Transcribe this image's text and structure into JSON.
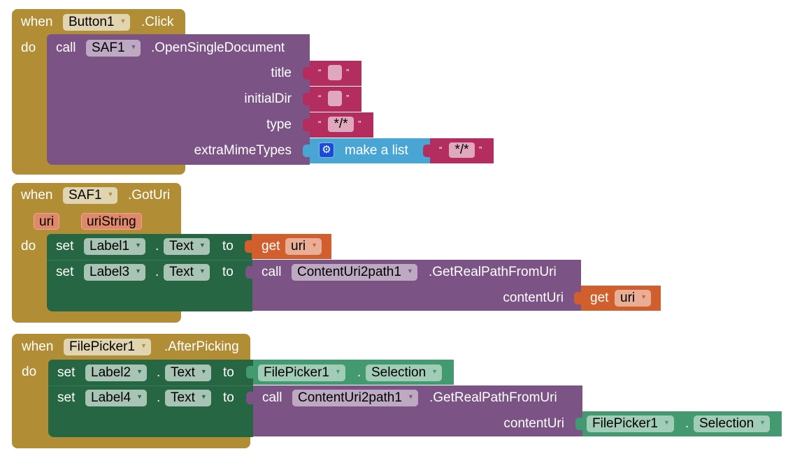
{
  "colors": {
    "event": "#b18e35",
    "procedure": "#7c5385",
    "setter": "#266643",
    "text": "#b32d5e",
    "list": "#49a6d4",
    "variable_get": "#d05f2d",
    "component": "#439970"
  },
  "blocks": [
    {
      "when": "when",
      "do": "do",
      "component": "Button1",
      "event": ".Click",
      "call": {
        "keyword": "call",
        "component": "SAF1",
        "method": ".OpenSingleDocument",
        "args": [
          {
            "name": "title",
            "quote_open": "“",
            "value": "",
            "quote_close": "”"
          },
          {
            "name": "initialDir",
            "quote_open": "“",
            "value": "",
            "quote_close": "”"
          },
          {
            "name": "type",
            "quote_open": "“",
            "value": "*/*",
            "quote_close": "”"
          },
          {
            "name": "extraMimeTypes",
            "list_label": "make a list",
            "list_icon": "gear-icon",
            "item": {
              "quote_open": "“",
              "value": "*/*",
              "quote_close": "”"
            }
          }
        ]
      }
    },
    {
      "when": "when",
      "do": "do",
      "component": "SAF1",
      "event": ".GotUri",
      "params": [
        "uri",
        "uriString"
      ],
      "statements": [
        {
          "set": "set",
          "component": "Label1",
          "dot": ".",
          "property": "Text",
          "to": "to",
          "value": {
            "get": "get",
            "var": "uri"
          }
        },
        {
          "set": "set",
          "component": "Label3",
          "dot": ".",
          "property": "Text",
          "to": "to",
          "value": {
            "call": "call",
            "component": "ContentUri2path1",
            "method": ".GetRealPathFromUri",
            "arg_name": "contentUri",
            "arg": {
              "get": "get",
              "var": "uri"
            }
          }
        }
      ]
    },
    {
      "when": "when",
      "do": "do",
      "component": "FilePicker1",
      "event": ".AfterPicking",
      "statements": [
        {
          "set": "set",
          "component": "Label2",
          "dot": ".",
          "property": "Text",
          "to": "to",
          "value": {
            "component": "FilePicker1",
            "dot": ".",
            "property": "Selection"
          }
        },
        {
          "set": "set",
          "component": "Label4",
          "dot": ".",
          "property": "Text",
          "to": "to",
          "value": {
            "call": "call",
            "component": "ContentUri2path1",
            "method": ".GetRealPathFromUri",
            "arg_name": "contentUri",
            "arg": {
              "component": "FilePicker1",
              "dot": ".",
              "property": "Selection"
            }
          }
        }
      ]
    }
  ],
  "dropdown_arrow": "▼"
}
